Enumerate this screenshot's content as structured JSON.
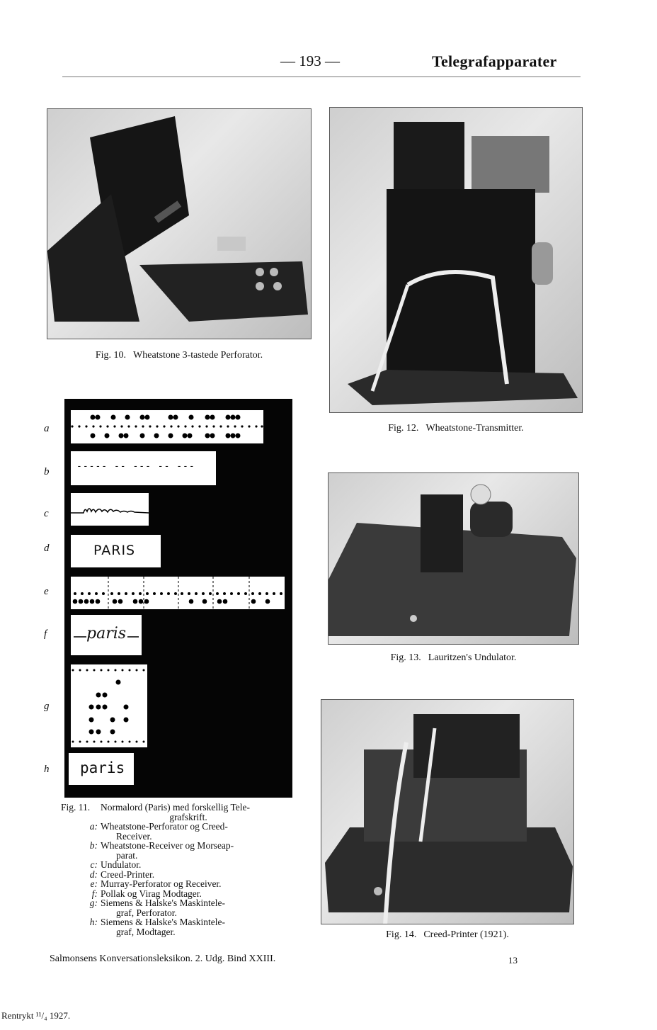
{
  "header": {
    "page_number": "— 193 —",
    "section_title": "Telegrafapparater"
  },
  "figures": [
    {
      "id": "fig10",
      "number": "Fig. 10.",
      "caption": "Wheatstone 3-tastede Perforator."
    },
    {
      "id": "fig11",
      "number": "Fig. 11.",
      "caption": "Normalord (Paris) med forskellig Telegrafskrift."
    },
    {
      "id": "fig12",
      "number": "Fig. 12.",
      "caption": "Wheatstone-Transmitter."
    },
    {
      "id": "fig13",
      "number": "Fig. 13.",
      "caption": "Lauritzen's Undulator."
    },
    {
      "id": "fig14",
      "number": "Fig. 14.",
      "caption": "Creed-Printer (1921)."
    }
  ],
  "fig11_panel": {
    "row_labels": [
      "a",
      "b",
      "c",
      "d",
      "e",
      "f",
      "g",
      "h"
    ],
    "b_strip_text": "----- -- --- -- ---",
    "d_strip_text": "PARIS",
    "f_strip_text": "paris",
    "h_strip_text": "paris"
  },
  "fig11_legend": {
    "title_line1": "Normalord (Paris) med forskellig Tele-",
    "title_line2": "grafskrift.",
    "items": [
      {
        "key": "a:",
        "line1": "Wheatstone-Perforator og Creed-",
        "line2": "Receiver."
      },
      {
        "key": "b:",
        "line1": "Wheatstone-Receiver og Morseap-",
        "line2": "parat."
      },
      {
        "key": "c:",
        "line1": "Undulator.",
        "line2": ""
      },
      {
        "key": "d:",
        "line1": "Creed-Printer.",
        "line2": ""
      },
      {
        "key": "e:",
        "line1": "Murray-Perforator og Receiver.",
        "line2": ""
      },
      {
        "key": "f:",
        "line1": "Pollak og Virag Modtager.",
        "line2": ""
      },
      {
        "key": "g:",
        "line1": "Siemens & Halske's Maskintele-",
        "line2": "graf, Perforator."
      },
      {
        "key": "h:",
        "line1": "Siemens & Halske's Maskintele-",
        "line2": "graf, Modtager."
      }
    ]
  },
  "footer": {
    "publication": "Salmonsens Konversationsleksikon. 2. Udg. Bind XXIII.",
    "sheet_number": "13",
    "reprint": "Rentrykt ¹¹/₄ 1927."
  }
}
